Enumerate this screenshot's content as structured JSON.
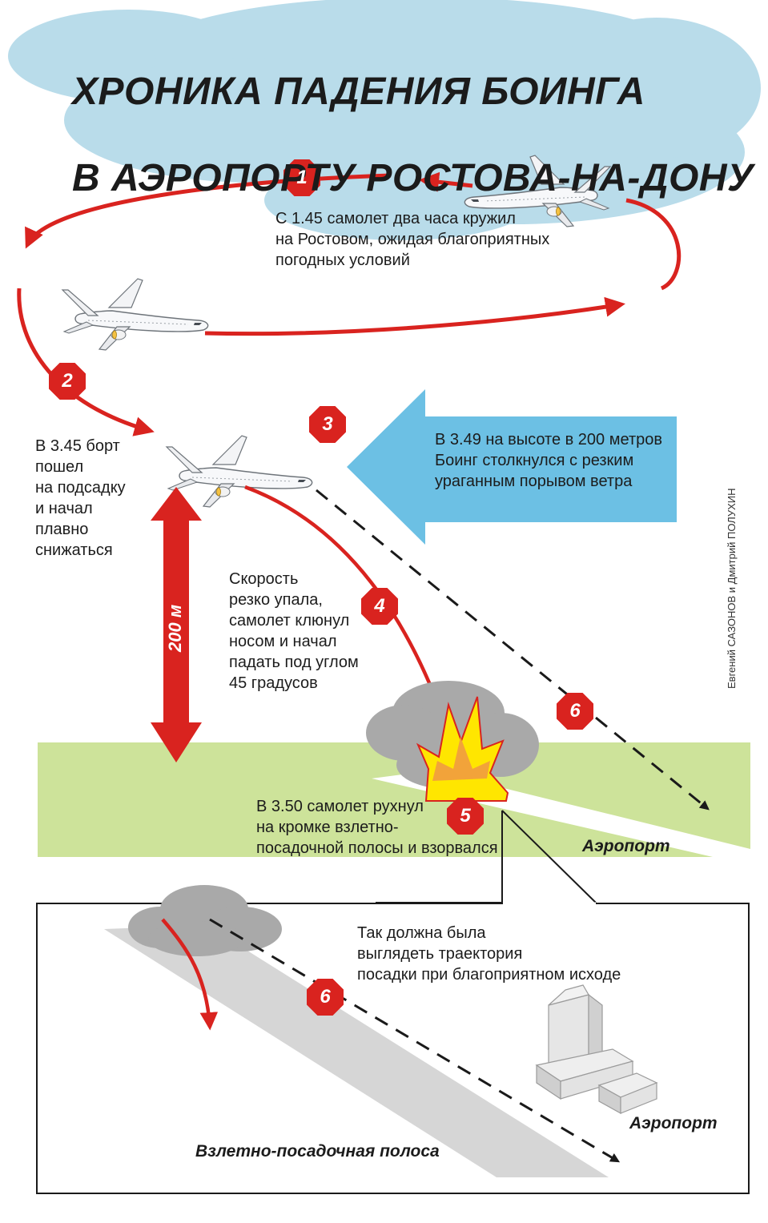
{
  "title": {
    "line1": "ХРОНИКА ПАДЕНИЯ БОИНГА",
    "line2": "В АЭРОПОРТУ РОСТОВА-НА-ДОНУ"
  },
  "steps": [
    {
      "number": "1",
      "text": "С 1.45  самолет два часа кружил\nна Ростовом, ожидая благоприятных\nпогодных условий"
    },
    {
      "number": "2",
      "text": "В 3.45 борт\nпошел\nна подсадку\nи начал\nплавно\nснижаться"
    },
    {
      "number": "3",
      "text": "В 3.49 на высоте в 200 метров\nБоинг столкнулся с резким\nураганным порывом ветра"
    },
    {
      "number": "4",
      "text": "Скорость\nрезко упала,\nсамолет клюнул\nносом и начал\nпадать под углом\n45 градусов"
    },
    {
      "number": "5",
      "text": "В 3.50 самолет рухнул\nна кромке взлетно-\nпосадочной полосы и взорвался"
    },
    {
      "number": "6",
      "text": "Так должна была\nвыглядеть траектория\nпосадки при благоприятном исходе"
    }
  ],
  "inset_step_number": "6",
  "altitude_label": "200 м",
  "airport_label": "Аэропорт",
  "inset_airport_label": "Аэропорт",
  "runway_label": "Взлетно-посадочная полоса",
  "credit": "Евгений САЗОНОВ и Дмитрий ПОЛУХИН",
  "colors": {
    "accent_red": "#d9231f",
    "cloud_blue": "#b9dcea",
    "wind_blue": "#6cc0e4",
    "ground_green": "#cde39a",
    "smoke_gray": "#a9a9a9",
    "runway_gray": "#d6d6d6",
    "explosion_yellow": "#ffe600"
  },
  "icons": [
    "airplane-icon",
    "explosion-icon",
    "smoke-cloud-icon",
    "airport-building-icon",
    "wind-arrow-icon"
  ]
}
